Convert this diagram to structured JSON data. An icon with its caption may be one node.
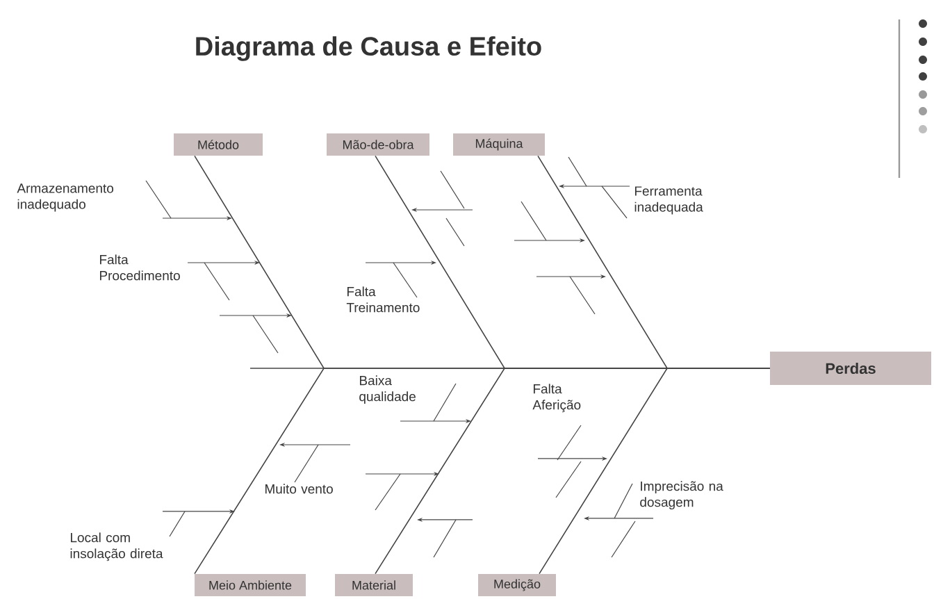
{
  "diagram": {
    "title": "Diagrama de Causa e Efeito",
    "nodes": [
      {
        "text": [
          "Perdas"
        ]
      },
      {
        "text": [
          "Método"
        ]
      },
      {
        "text": [
          "Mão-de-obra"
        ]
      },
      {
        "text": [
          "Máquina"
        ]
      },
      {
        "text": [
          "Meio Ambiente"
        ]
      },
      {
        "text": [
          "Material"
        ]
      },
      {
        "text": [
          "Medição"
        ]
      }
    ],
    "edges": [
      {
        "from": 1,
        "to": 0,
        "arrow": "none"
      },
      {
        "from": 2,
        "to": 0,
        "arrow": "none"
      },
      {
        "from": 3,
        "to": 0,
        "arrow": "none"
      },
      {
        "from": 4,
        "to": 0,
        "arrow": "none"
      },
      {
        "from": 5,
        "to": 0,
        "arrow": "none"
      },
      {
        "from": 6,
        "to": 0,
        "arrow": "none"
      }
    ],
    "labels": [
      "Armazenamento inadequado",
      "Falta Procedimento",
      "Falta Treinamento",
      "Ferramenta inadequada",
      "Baixa qualidade",
      "Muito vento",
      "Local com insolação direta",
      "Falta Aferição",
      "Imprecisão na dosagem"
    ]
  }
}
